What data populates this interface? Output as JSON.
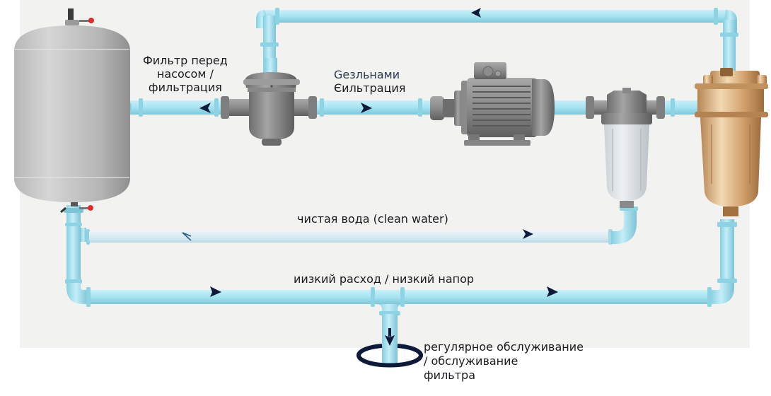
{
  "diagram": {
    "title": "",
    "background_color": "#f2f2f1",
    "pipe_color": "#9fdceb",
    "clean_pipe_color": "#dcebf3",
    "arrow_color": "#0e1a3a",
    "components": [
      {
        "id": "pressure-tank",
        "name": "Expansion / pressure tank",
        "icon": "tank-icon",
        "color": "#bdbdbd"
      },
      {
        "id": "pre-pump-filter",
        "name": "Pre-pump strainer filter",
        "icon": "strainer-filter-icon",
        "color": "#8c8c8c"
      },
      {
        "id": "pump-motor",
        "name": "Electric pump motor",
        "icon": "motor-icon",
        "color": "#7a7a7a"
      },
      {
        "id": "clear-filter",
        "name": "Transparent cartridge filter",
        "icon": "clear-filter-icon",
        "color": "#d9dde0"
      },
      {
        "id": "brass-filter",
        "name": "Brass housing filter",
        "icon": "brass-filter-icon",
        "color": "#d4a373"
      },
      {
        "id": "drain",
        "name": "Drain / service outlet",
        "icon": "drain-ring-icon",
        "color": "#0e1a3a"
      }
    ],
    "flow_arrows": [
      {
        "segment": "top-return-pipe",
        "direction": "left"
      },
      {
        "segment": "tank-to-strainer",
        "direction": "left"
      },
      {
        "segment": "strainer-to-pump",
        "direction": "right"
      },
      {
        "segment": "clean-water-line",
        "direction": "left"
      },
      {
        "segment": "clean-water-line",
        "direction": "right"
      },
      {
        "segment": "low-flow-line-left",
        "direction": "right"
      },
      {
        "segment": "low-flow-line-right",
        "direction": "right"
      },
      {
        "segment": "drain-down",
        "direction": "down"
      }
    ]
  },
  "labels": {
    "filter_before_pump": [
      "Фильтр перед",
      "насосом /",
      "фильтрация"
    ],
    "no_filter": [
      "Gезльнами",
      "Єильтрация"
    ],
    "clean_water": "чистая вода (clean water)",
    "low_flow": "иизкий расход / низкий напор",
    "maintenance": [
      "регулярное обслуживание",
      "/ обслуживание",
      "фильтра"
    ]
  }
}
